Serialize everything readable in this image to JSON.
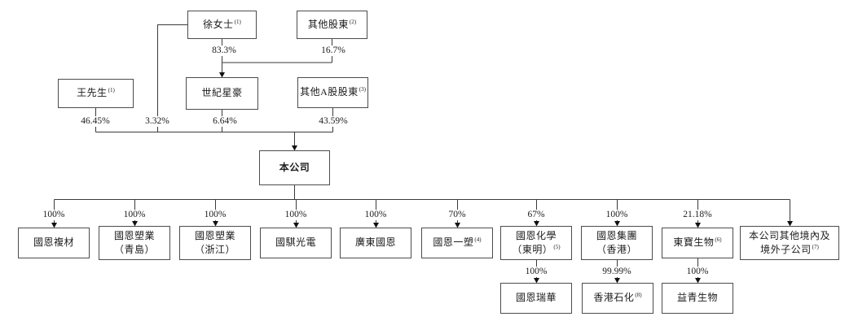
{
  "diagram": {
    "kind": "corporate-shareholding-structure",
    "line_color": "#3a3a3a",
    "box_border_color": "#4c4c4c",
    "nodes": {
      "xu": {
        "label": "徐女士",
        "sup": "(1)"
      },
      "other_shareholders": {
        "label": "其他股東",
        "sup": "(2)"
      },
      "wang": {
        "label": "王先生",
        "sup": "(1)"
      },
      "shiji_xinghao": {
        "label": "世紀星豪"
      },
      "other_a_shareholders": {
        "label": "其他A股股東",
        "sup": "(3)"
      },
      "company": {
        "label": "本公司"
      },
      "guoen_fucai": {
        "label": "國恩複材"
      },
      "guoen_suye_qingdao": {
        "label": "國恩塑業\n（青島）"
      },
      "guoen_suye_zhejiang": {
        "label": "國恩塑業\n（浙江）"
      },
      "guoqi_guangdian": {
        "label": "國騏光電"
      },
      "guangdong_guoen": {
        "label": "廣東國恩"
      },
      "guoen_yisu": {
        "label": "國恩一塑",
        "sup": "(4)"
      },
      "guoen_huaxue": {
        "label": "國恩化學\n（東明）",
        "sup": "(5)"
      },
      "guoen_jituan": {
        "label": "國恩集團\n（香港）"
      },
      "dongbao_shengwu": {
        "label": "東寶生物",
        "sup": "(6)"
      },
      "other_subsidiaries": {
        "label": "本公司其他境內及\n境外子公司",
        "sup": "(7)"
      },
      "guoen_ruihua": {
        "label": "國恩瑞華"
      },
      "hongkong_shihua": {
        "label": "香港石化",
        "sup": "(8)"
      },
      "yiqing_shengwu": {
        "label": "益青生物"
      }
    },
    "percents": {
      "xu_to_shiji": "83.3%",
      "others_to_shiji": "16.7%",
      "wang_to_company": "46.45%",
      "xu_to_company": "3.32%",
      "shiji_to_company": "6.64%",
      "othera_to_company": "43.59%",
      "to_fucai": "100%",
      "to_suye_qingdao": "100%",
      "to_suye_zhejiang": "100%",
      "to_guangdian": "100%",
      "to_guangdong": "100%",
      "to_yisu": "70%",
      "to_huaxue": "67%",
      "to_jituan": "100%",
      "to_dongbao": "21.18%",
      "to_ruihua": "100%",
      "to_shihua": "99.99%",
      "to_yiqing": "100%"
    }
  }
}
